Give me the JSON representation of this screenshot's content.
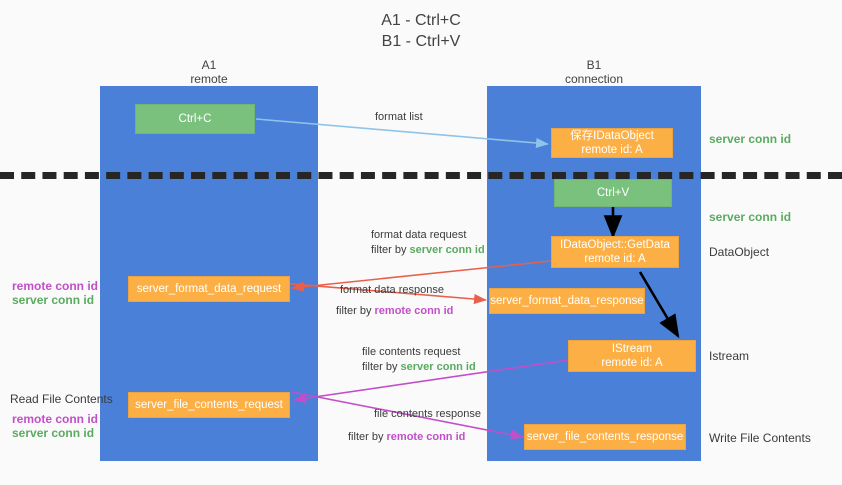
{
  "title": {
    "line1": "A1 - Ctrl+C",
    "line2": "B1 - Ctrl+V"
  },
  "columns": [
    {
      "name": "A1",
      "role": "remote"
    },
    {
      "name": "B1",
      "role": "connection"
    }
  ],
  "colors": {
    "panel_blue": "#4a80d8",
    "box_green": "#7ac17e",
    "box_orange": "#fcaf45",
    "server_conn_id": "#5aab61",
    "remote_conn_id": "#c24fc9",
    "arrow_light_blue": "#8ec4ea",
    "arrow_red": "#e8604c",
    "arrow_magenta": "#c24fc9",
    "arrow_black": "#000000",
    "divider": "#262626",
    "background": "#fafafa"
  },
  "boxes": {
    "ctrl_c": {
      "line1": "Ctrl+C",
      "line2": ""
    },
    "save_dataobject": {
      "line1": "保存IDataObject",
      "line2": "remote id: A"
    },
    "ctrl_v": {
      "line1": "Ctrl+V",
      "line2": ""
    },
    "getdata": {
      "line1": "IDataObject::GetData",
      "line2": "remote id: A"
    },
    "istream": {
      "line1": "IStream",
      "line2": "remote id: A"
    },
    "server_format_data_request": {
      "line1": "server_format_data_request",
      "line2": ""
    },
    "server_format_data_response": {
      "line1": "server_format_data_response",
      "line2": ""
    },
    "server_file_contents_request": {
      "line1": "server_file_contents_request",
      "line2": ""
    },
    "server_file_contents_response": {
      "line1": "server_file_contents_response",
      "line2": ""
    }
  },
  "edge_labels": {
    "format_list": {
      "line1": "format list",
      "line2_prefix": "",
      "line2_highlight": ""
    },
    "format_data_request": {
      "line1": "format data request",
      "line2_prefix": "filter by ",
      "line2_highlight": "server conn id"
    },
    "format_data_response": {
      "line1": "format data response",
      "line2_prefix": "filter by ",
      "line2_highlight": "remote conn id"
    },
    "file_contents_request": {
      "line1": "file contents request",
      "line2_prefix": "filter by ",
      "line2_highlight": "server conn id"
    },
    "file_contents_response": {
      "line1": "file contents response",
      "line2_prefix": "filter by ",
      "line2_highlight": "remote conn id"
    }
  },
  "right_labels": {
    "server_conn_id_top": "server conn id",
    "server_conn_id_mid": "server conn id",
    "dataobject": "DataObject",
    "istream": "Istream",
    "write_file_contents": "Write File Contents"
  },
  "left_labels": {
    "remote_conn_id_upper": "remote conn id",
    "server_conn_id_upper": "server conn id",
    "read_file_contents": "Read File Contents",
    "remote_conn_id_lower": "remote conn id",
    "server_conn_id_lower": "server conn id"
  }
}
